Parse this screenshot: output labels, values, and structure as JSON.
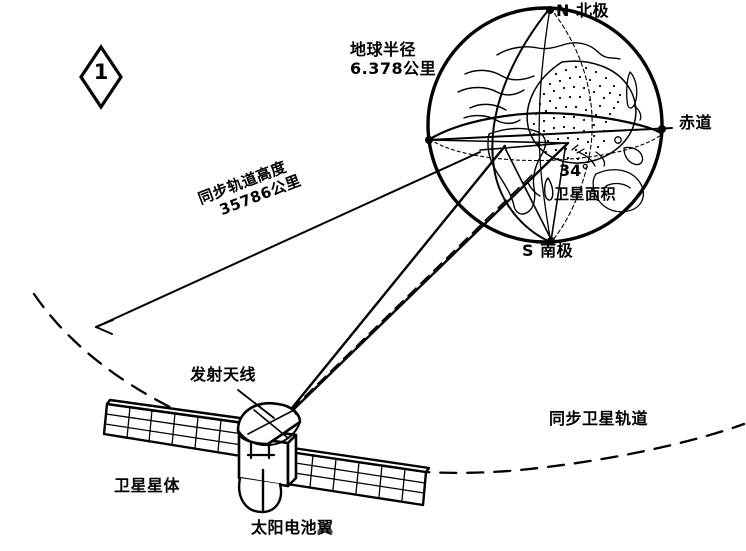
{
  "figure": {
    "marker_shape": "diamond",
    "number": "1"
  },
  "labels": {
    "earth_radius_line1": "地球半径",
    "earth_radius_line2": "6.378公里",
    "north_pole": "N  北极",
    "south_pole": "S  南极",
    "equator": "赤道",
    "satellite_angle": "34°",
    "satellite_coverage": "卫星面积",
    "orbit_altitude_line1": "同步轨道高度",
    "orbit_altitude_line2": "35786公里",
    "transmit_antenna": "发射天线",
    "satellite_body": "卫星星体",
    "solar_panel_wing": "太阳电池翼",
    "geo_satellite_orbit": "同步卫星轨道"
  },
  "colors": {
    "ink": "#000000",
    "paper": "#ffffff"
  },
  "diagram": {
    "type": "geostationary-satellite-orbit-schematic",
    "earth_radius_km": "6.378",
    "orbit_altitude_km": "35786",
    "coverage_angle_deg": "34"
  }
}
